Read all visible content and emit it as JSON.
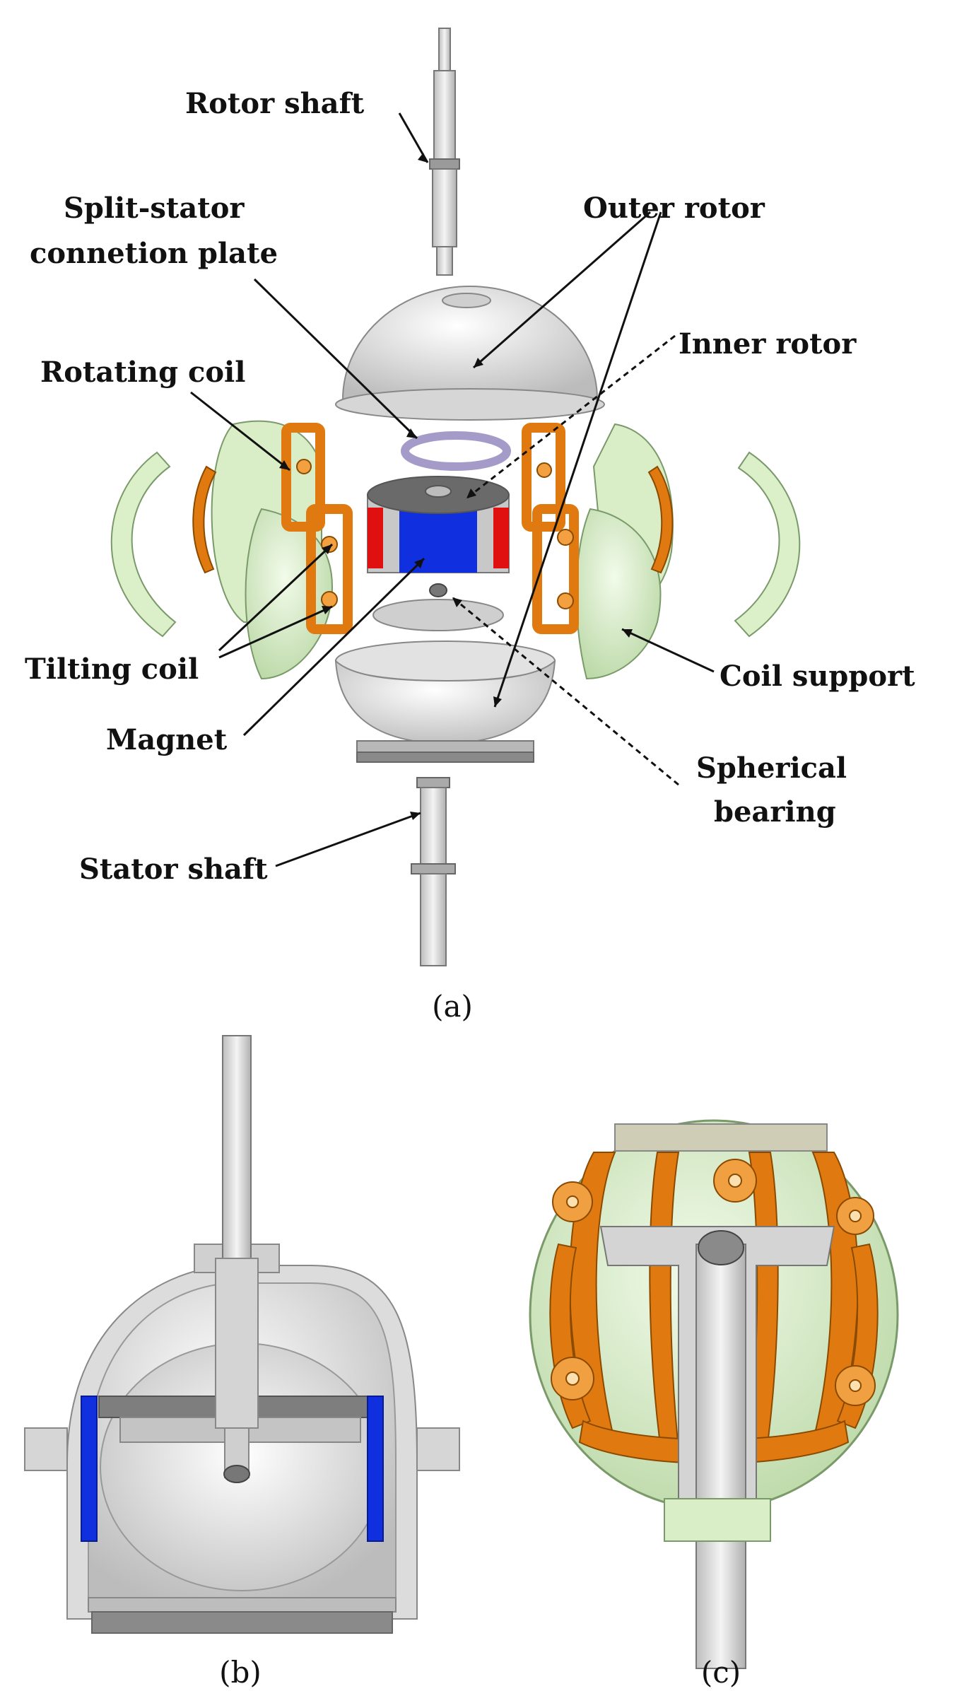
{
  "panel_a": {
    "caption": "(a)",
    "labels": {
      "rotor_shaft": "Rotor shaft",
      "split_stator_1": "Split-stator",
      "split_stator_2": "connetion plate",
      "outer_rotor": "Outer rotor",
      "inner_rotor": "Inner rotor",
      "rotating_coil": "Rotating coil",
      "tilting_coil": "Tilting coil",
      "magnet": "Magnet",
      "coil_support": "Coil support",
      "spherical_bearing_1": "Spherical",
      "spherical_bearing_2": "bearing",
      "stator_shaft": "Stator shaft"
    }
  },
  "panel_b": {
    "caption": "(b)"
  },
  "panel_c": {
    "caption": "(c)"
  },
  "colors": {
    "coil": "#e07a10",
    "magnet_blue": "#1030e0",
    "magnet_red": "#e01010",
    "support_green": "#d8ecc8",
    "metal_gray": "#d2d2d2",
    "dark_gray": "#7a7a7a"
  }
}
